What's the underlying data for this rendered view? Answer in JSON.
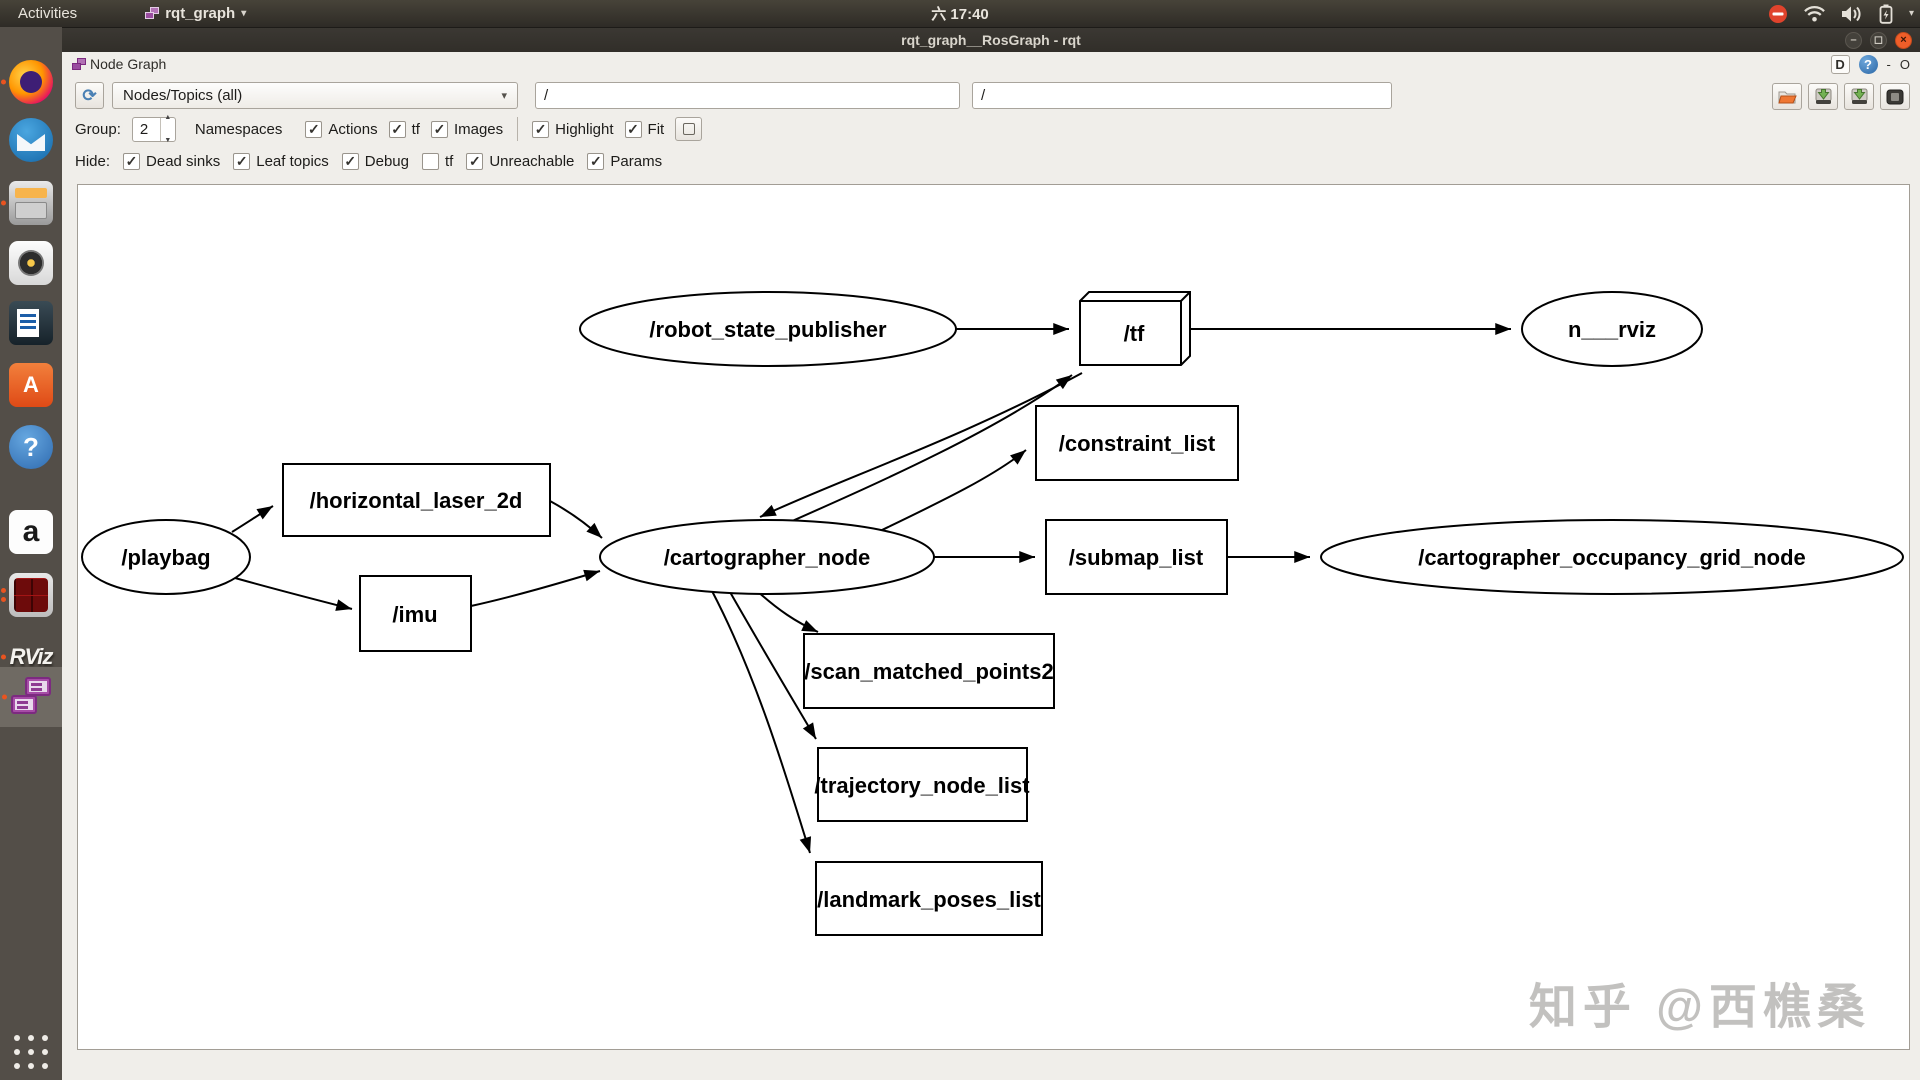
{
  "top_bar": {
    "activities": "Activities",
    "app_menu": "rqt_graph",
    "clock": "六 17:40",
    "tray_icons": [
      "do-not-disturb-icon",
      "wifi-icon",
      "volume-icon",
      "battery-icon",
      "chevron-down-icon"
    ]
  },
  "window": {
    "title": "rqt_graph__RosGraph - rqt",
    "controls": {
      "minimize": "–",
      "maximize": "◻",
      "close": "×"
    }
  },
  "panel": {
    "title": "Node Graph",
    "dock_buttons": {
      "detach": "D",
      "help": "?",
      "minimize": "-",
      "float": "O"
    },
    "toolbar": {
      "refresh_icon": "⟳",
      "filter_dropdown": "Nodes/Topics (all)",
      "dropdown_arrow": "▾",
      "filter_field_1": "/",
      "filter_field_2": "/",
      "right_buttons": [
        "open-dot-file-button",
        "save-dot-file-button",
        "save-as-svg-button",
        "save-as-image-button"
      ],
      "group_label": "Group:",
      "group_value": "2",
      "namespaces_label": "Namespaces",
      "row1_checks": [
        {
          "label": "Actions",
          "mark": "✓"
        },
        {
          "label": "tf",
          "mark": "✓"
        },
        {
          "label": "Images",
          "mark": "✓"
        },
        {
          "label": "Highlight",
          "mark": "✓"
        },
        {
          "label": "Fit",
          "mark": "✓"
        }
      ],
      "hide_label": "Hide:",
      "row2_checks": [
        {
          "label": "Dead sinks",
          "mark": "✓"
        },
        {
          "label": "Leaf topics",
          "mark": "✓"
        },
        {
          "label": "Debug",
          "mark": "✓"
        },
        {
          "label": "tf",
          "mark": ""
        },
        {
          "label": "Unreachable",
          "mark": "✓"
        },
        {
          "label": "Params",
          "mark": "✓"
        }
      ]
    }
  },
  "graph": {
    "nodes": [
      {
        "id": "playbag",
        "label": "/playbag",
        "shape": "ellipse"
      },
      {
        "id": "horizontal_laser_2d",
        "label": "/horizontal_laser_2d",
        "shape": "box"
      },
      {
        "id": "imu",
        "label": "/imu",
        "shape": "box"
      },
      {
        "id": "cartographer_node",
        "label": "/cartographer_node",
        "shape": "ellipse"
      },
      {
        "id": "robot_state_publisher",
        "label": "/robot_state_publisher",
        "shape": "ellipse"
      },
      {
        "id": "tf",
        "label": "/tf",
        "shape": "box3d"
      },
      {
        "id": "rviz",
        "label": "n___rviz",
        "shape": "ellipse"
      },
      {
        "id": "constraint_list",
        "label": "/constraint_list",
        "shape": "box"
      },
      {
        "id": "submap_list",
        "label": "/submap_list",
        "shape": "box"
      },
      {
        "id": "occupancy_grid",
        "label": "/cartographer_occupancy_grid_node",
        "shape": "ellipse"
      },
      {
        "id": "scan_matched_points2",
        "label": "/scan_matched_points2",
        "shape": "box"
      },
      {
        "id": "trajectory_node_list",
        "label": "/trajectory_node_list",
        "shape": "box"
      },
      {
        "id": "landmark_poses_list",
        "label": "/landmark_poses_list",
        "shape": "box"
      }
    ],
    "edges": [
      {
        "from": "/playbag",
        "to": "/horizontal_laser_2d"
      },
      {
        "from": "/playbag",
        "to": "/imu"
      },
      {
        "from": "/horizontal_laser_2d",
        "to": "/cartographer_node"
      },
      {
        "from": "/imu",
        "to": "/cartographer_node"
      },
      {
        "from": "/robot_state_publisher",
        "to": "/tf"
      },
      {
        "from": "/cartographer_node",
        "to": "/tf"
      },
      {
        "from": "/tf",
        "to": "/cartographer_node"
      },
      {
        "from": "/tf",
        "to": "n___rviz"
      },
      {
        "from": "/cartographer_node",
        "to": "/constraint_list"
      },
      {
        "from": "/cartographer_node",
        "to": "/submap_list"
      },
      {
        "from": "/submap_list",
        "to": "/cartographer_occupancy_grid_node"
      },
      {
        "from": "/cartographer_node",
        "to": "/scan_matched_points2"
      },
      {
        "from": "/cartographer_node",
        "to": "/trajectory_node_list"
      },
      {
        "from": "/cartographer_node",
        "to": "/landmark_poses_list"
      }
    ]
  },
  "watermark": "知乎 @西樵桑",
  "dock": {
    "items": [
      "firefox",
      "thunderbird",
      "files",
      "rhythmbox",
      "libreoffice-writer",
      "ubuntu-software",
      "help",
      "amazon",
      "terminator",
      "rviz",
      "rqt"
    ],
    "ubuntu_software_letter": "A",
    "help_mark": "?",
    "amazon_letter": "a",
    "rviz_text": "RViz",
    "accent": "#e95420"
  }
}
